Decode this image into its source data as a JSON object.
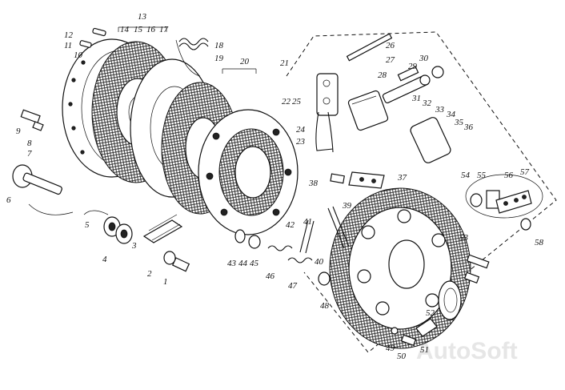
{
  "watermark": "AutoSoft",
  "callouts": [
    "1",
    "2",
    "3",
    "4",
    "5",
    "6",
    "7",
    "8",
    "9",
    "10",
    "11",
    "12",
    "13",
    "14",
    "15",
    "16",
    "17",
    "18",
    "19",
    "20",
    "21",
    "22",
    "23",
    "24",
    "25",
    "26",
    "27",
    "28",
    "29",
    "30",
    "31",
    "32",
    "33",
    "34",
    "35",
    "36",
    "37",
    "38",
    "39",
    "40",
    "41",
    "42",
    "43",
    "44",
    "45",
    "46",
    "47",
    "48",
    "49",
    "50",
    "51",
    "52",
    "53",
    "54",
    "55",
    "56",
    "57",
    "58"
  ]
}
